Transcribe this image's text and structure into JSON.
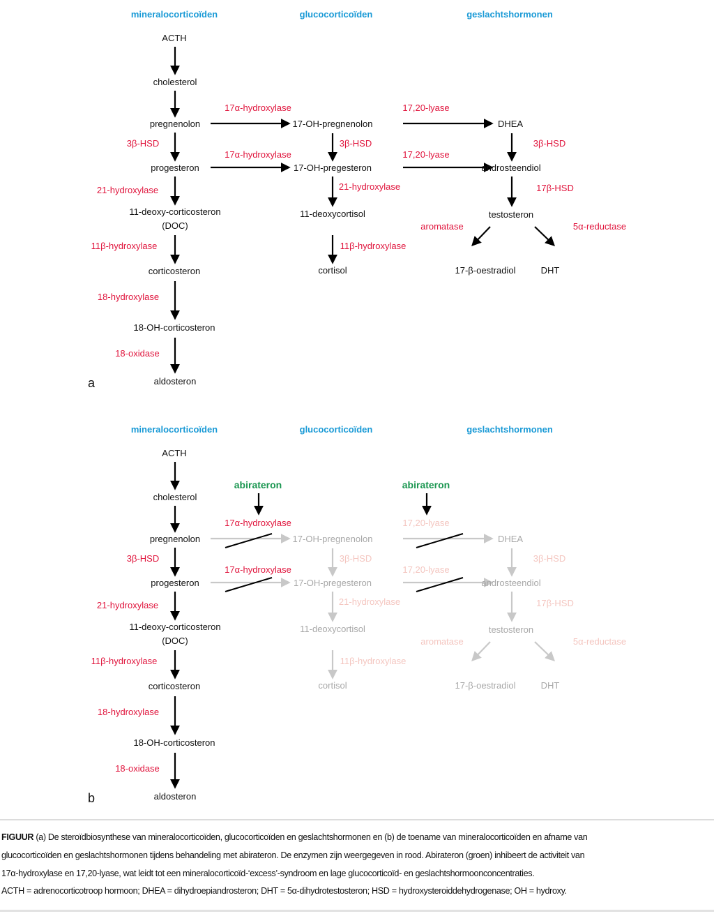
{
  "headers": {
    "mineral": "mineralocorticoïden",
    "gluco": "glucocorticoïden",
    "sex": "geslachtshormonen"
  },
  "nodes": {
    "acth": "ACTH",
    "cholesterol": "cholesterol",
    "pregnenolon": "pregnenolon",
    "progesteron": "progesteron",
    "doc1": "11-deoxy-corticosteron",
    "doc2": "(DOC)",
    "corticosteron": "corticosteron",
    "oh_corticosteron": "18-OH-corticosteron",
    "aldosteron": "aldosteron",
    "oh_pregnenolon": "17-OH-pregnenolon",
    "oh_progesteron": "17-OH-pregesteron",
    "deoxycortisol": "11-deoxycortisol",
    "cortisol": "cortisol",
    "dhea": "DHEA",
    "androsteendiol": "androsteendiol",
    "testosteron": "testosteron",
    "oestradiol": "17-β-oestradiol",
    "dht": "DHT"
  },
  "enzymes": {
    "hsd3b": "3β-HSD",
    "hydroxylase21": "21-hydroxylase",
    "hydroxylase11b": "11β-hydroxylase",
    "hydroxylase18": "18-hydroxylase",
    "oxidase18": "18-oxidase",
    "hydroxylase17a": "17α-hydroxylase",
    "lyase": "17,20-lyase",
    "hsd17b": "17β-HSD",
    "aromatase": "aromatase",
    "reductase5a": "5α-reductase"
  },
  "inhibitor": "abirateron",
  "panel_labels": {
    "a": "a",
    "b": "b"
  },
  "caption": {
    "lead": "FIGUUR",
    "line1": " (a) De steroïdbiosynthese van mineralocorticoïden, glucocorticoïden en geslachtshormonen en (b) de toename van mineralocorticoïden en afname van",
    "line2": "glucocorticoïden en geslachtshormonen tijdens behandeling met abirateron. De enzymen zijn weergegeven in rood. Abirateron (groen) inhibeert de activiteit van",
    "line3": "17α-hydroxylase en 17,20-lyase, wat leidt tot een mineralocorticoïd-‘excess’-syndroom en lage glucocorticoïd- en geslachtshormoonconcentraties.",
    "line4": "ACTH = adrenocorticotroop hormoon; DHEA = dihydroepiandrosteron; DHT = 5α-dihydrotestosteron; HSD = hydroxysteroiddehydrogenase; OH = hydroxy."
  },
  "colors": {
    "enzyme": "#e0143c",
    "header": "#1a9ad6",
    "inhibitor": "#1a9650",
    "inactive": "#c8c8c8"
  }
}
